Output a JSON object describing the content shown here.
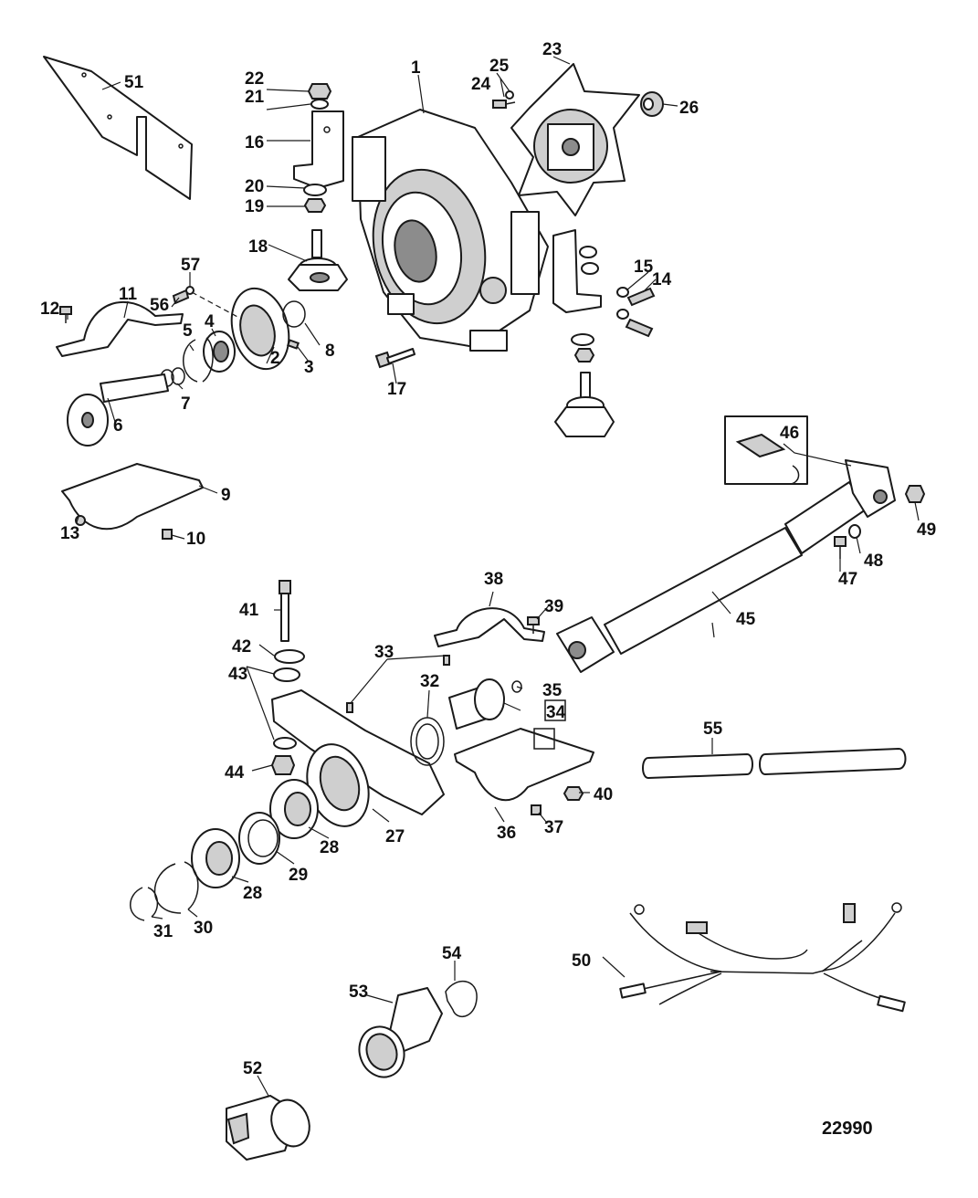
{
  "figure": {
    "reference_number": "22990",
    "callouts": [
      {
        "id": "c1",
        "label": "1"
      },
      {
        "id": "c2",
        "label": "2"
      },
      {
        "id": "c3",
        "label": "3"
      },
      {
        "id": "c4",
        "label": "4"
      },
      {
        "id": "c5",
        "label": "5"
      },
      {
        "id": "c6",
        "label": "6"
      },
      {
        "id": "c7",
        "label": "7"
      },
      {
        "id": "c8",
        "label": "8"
      },
      {
        "id": "c9",
        "label": "9"
      },
      {
        "id": "c10",
        "label": "10"
      },
      {
        "id": "c11",
        "label": "11"
      },
      {
        "id": "c12",
        "label": "12"
      },
      {
        "id": "c13",
        "label": "13"
      },
      {
        "id": "c14",
        "label": "14"
      },
      {
        "id": "c15",
        "label": "15"
      },
      {
        "id": "c16",
        "label": "16"
      },
      {
        "id": "c17",
        "label": "17"
      },
      {
        "id": "c18",
        "label": "18"
      },
      {
        "id": "c19",
        "label": "19"
      },
      {
        "id": "c20",
        "label": "20"
      },
      {
        "id": "c21",
        "label": "21"
      },
      {
        "id": "c22",
        "label": "22"
      },
      {
        "id": "c23",
        "label": "23"
      },
      {
        "id": "c24",
        "label": "24"
      },
      {
        "id": "c25",
        "label": "25"
      },
      {
        "id": "c26",
        "label": "26"
      },
      {
        "id": "c27",
        "label": "27"
      },
      {
        "id": "c28a",
        "label": "28"
      },
      {
        "id": "c28b",
        "label": "28"
      },
      {
        "id": "c29",
        "label": "29"
      },
      {
        "id": "c30",
        "label": "30"
      },
      {
        "id": "c31",
        "label": "31"
      },
      {
        "id": "c32",
        "label": "32"
      },
      {
        "id": "c33",
        "label": "33"
      },
      {
        "id": "c34",
        "label": "34"
      },
      {
        "id": "c35",
        "label": "35"
      },
      {
        "id": "c36",
        "label": "36"
      },
      {
        "id": "c37",
        "label": "37"
      },
      {
        "id": "c38",
        "label": "38"
      },
      {
        "id": "c39",
        "label": "39"
      },
      {
        "id": "c40",
        "label": "40"
      },
      {
        "id": "c41",
        "label": "41"
      },
      {
        "id": "c42",
        "label": "42"
      },
      {
        "id": "c43",
        "label": "43"
      },
      {
        "id": "c44",
        "label": "44"
      },
      {
        "id": "c45",
        "label": "45"
      },
      {
        "id": "c46",
        "label": "46"
      },
      {
        "id": "c47",
        "label": "47"
      },
      {
        "id": "c48",
        "label": "48"
      },
      {
        "id": "c49",
        "label": "49"
      },
      {
        "id": "c50",
        "label": "50"
      },
      {
        "id": "c51",
        "label": "51"
      },
      {
        "id": "c52",
        "label": "52"
      },
      {
        "id": "c53",
        "label": "53"
      },
      {
        "id": "c54",
        "label": "54"
      },
      {
        "id": "c55",
        "label": "55"
      },
      {
        "id": "c56",
        "label": "56"
      },
      {
        "id": "c57",
        "label": "57"
      }
    ]
  }
}
